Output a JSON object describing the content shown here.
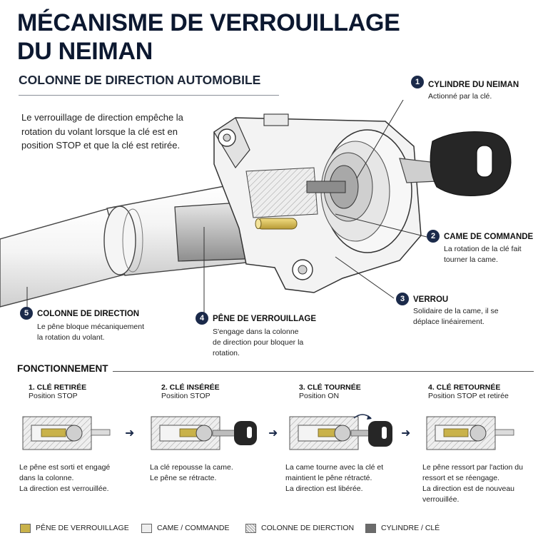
{
  "header": {
    "title_line1": "MÉCANISME DE VERROUILLAGE",
    "title_line2": "DU NEIMAN",
    "subtitle": "COLONNE DE DIRECTION AUTOMOBILE",
    "intro": "Le verrouillage de direction empêche la rotation du volant lorsque la clé est en position STOP et que la clé est retirée."
  },
  "callouts": [
    {
      "num": "1",
      "title": "CYLINDRE DU NEIMAN",
      "desc": "Actionné par la clé."
    },
    {
      "num": "2",
      "title": "CAME DE COMMANDE",
      "desc": "La rotation de la clé fait tourner la came."
    },
    {
      "num": "3",
      "title": "VERROU",
      "desc": "Solidaire de la came, il se déplace linéairement."
    },
    {
      "num": "4",
      "title": "PÊNE DE VERROUILLAGE",
      "desc": "S'engage dans la colonne de direction pour bloquer la rotation."
    },
    {
      "num": "5",
      "title": "COLONNE DE DIRECTION",
      "desc": "Le pêne bloque mécaniquement la rotation du volant."
    }
  ],
  "section_title": "FONCTIONNEMENT",
  "steps": [
    {
      "title": "1. CLÉ RETIRÉE",
      "sub": "Position STOP",
      "desc1": "Le pêne est sorti et engagé dans la colonne.",
      "desc2": "La direction est verrouillée."
    },
    {
      "title": "2. CLÉ INSÉRÉE",
      "sub": "Position STOP",
      "desc1": "La clé repousse la came.",
      "desc2": "Le pêne se rétracte."
    },
    {
      "title": "3. CLÉ TOURNÉE",
      "sub": "Position ON",
      "desc1": "La came tourne avec la clé et maintient le pêne rétracté.",
      "desc2": "La direction est libérée."
    },
    {
      "title": "4. CLÉ RETOURNÉE",
      "sub": "Position STOP et retirée",
      "desc1": "Le pêne ressort par l'action du ressort et se réengage.",
      "desc2": "La direction est de nouveau verrouillée."
    }
  ],
  "legend": [
    {
      "label": "PÊNE DE VERROUILLAGE",
      "color": "#c9b24a"
    },
    {
      "label": "CAME / COMMANDE",
      "color": "#eeeeee"
    },
    {
      "label": "COLONNE DE DIERCTION",
      "color": "#dcdcdc"
    },
    {
      "label": "CYLINDRE / CLÉ",
      "color": "#6b6b6b"
    }
  ],
  "colors": {
    "accent": "#1b2a4a",
    "bolt": "#c9b24a",
    "key": "#2b2b2b"
  }
}
